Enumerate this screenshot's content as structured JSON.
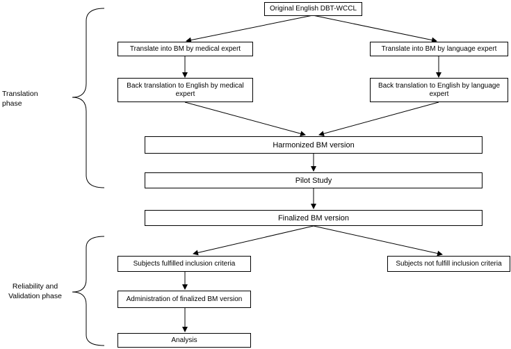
{
  "phases": {
    "translation": "Translation phase",
    "reliability": "Reliability and Validation phase"
  },
  "boxes": {
    "original": "Original English DBT-WCCL",
    "translate_medical": "Translate into BM by medical expert",
    "translate_language": "Translate into BM by language expert",
    "back_medical": "Back translation to English by medical expert",
    "back_language": "Back translation to English by language expert",
    "harmonized": "Harmonized BM version",
    "pilot": "Pilot Study",
    "finalized": "Finalized BM version",
    "fulfilled": "Subjects fulfilled inclusion criteria",
    "not_fulfilled": "Subjects not fulfill inclusion criteria",
    "administration": "Administration of finalized BM version",
    "analysis": "Analysis"
  }
}
